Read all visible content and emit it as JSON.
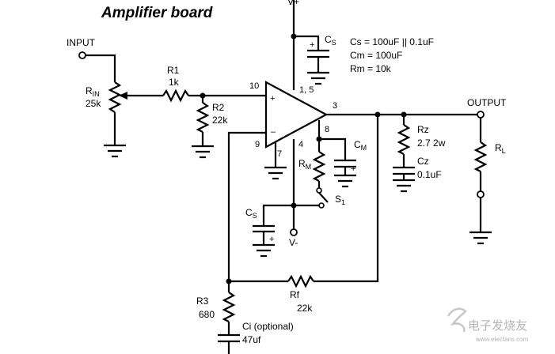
{
  "title": "Amplifier board",
  "supply": {
    "positive": "V+",
    "negative": "V-"
  },
  "input_label": "INPUT",
  "output_label": "OUTPUT",
  "components": {
    "rin": {
      "label": "R",
      "sub": "IN",
      "value": "25k"
    },
    "r1": {
      "label": "R1",
      "value": "1k"
    },
    "r2": {
      "label": "R2",
      "value": "22k"
    },
    "cs_top": {
      "label": "C",
      "sub": "S"
    },
    "cs_bottom": {
      "label": "C",
      "sub": "S"
    },
    "cm": {
      "label": "C",
      "sub": "M"
    },
    "rm": {
      "label": "R",
      "sub": "M"
    },
    "s1": {
      "label": "S",
      "sub": "1"
    },
    "rz": {
      "label": "Rz",
      "value": "2.7 2w"
    },
    "cz": {
      "label": "Cz",
      "value": "0.1uF"
    },
    "rl": {
      "label": "R",
      "sub": "L"
    },
    "rf": {
      "label": "Rf",
      "value": "22k"
    },
    "r3": {
      "label": "R3",
      "value": "680"
    },
    "ci": {
      "label": "Ci (optional)",
      "value": "47uf"
    }
  },
  "notes": [
    "Cs = 100uF || 0.1uF",
    "Cm = 100uF",
    "Rm = 10k"
  ],
  "pins": {
    "p10": "10",
    "p1_5": "1, 5",
    "p3": "3",
    "p8": "8",
    "p4": "4",
    "p9": "9",
    "p7": "7",
    "plus": "+",
    "minus": "–"
  },
  "polarity": {
    "cs_top": "+",
    "cm": "+",
    "cs_bottom": "+"
  },
  "watermark": {
    "text": "电子发烧友",
    "url": "www.elecfans.com"
  }
}
